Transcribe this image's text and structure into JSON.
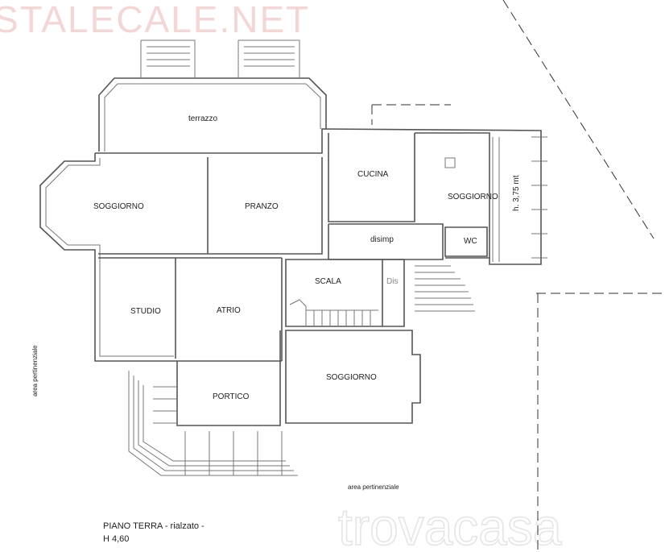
{
  "watermarks": {
    "left": "STALECALE.NET",
    "center": "trovacasa"
  },
  "rooms": {
    "terrazzo": "terrazzo",
    "soggiorno_west": "SOGGIORNO",
    "pranzo": "PRANZO",
    "cucina": "CUCINA",
    "soggiorno_east": "SOGGIORNO",
    "height_note": "h. 3,75 mt",
    "disimp": "disimp",
    "wc": "WC",
    "scala": "SCALA",
    "dis": "Dis",
    "studio": "STUDIO",
    "atrio": "ATRIO",
    "soggiorno_south": "SOGGIORNO",
    "portico": "PORTICO"
  },
  "areas": {
    "west": "area pertinenziale",
    "south": "area pertinenziale"
  },
  "caption": {
    "line1": "PIANO TERRA - rialzato -",
    "line2": "H 4,60"
  }
}
